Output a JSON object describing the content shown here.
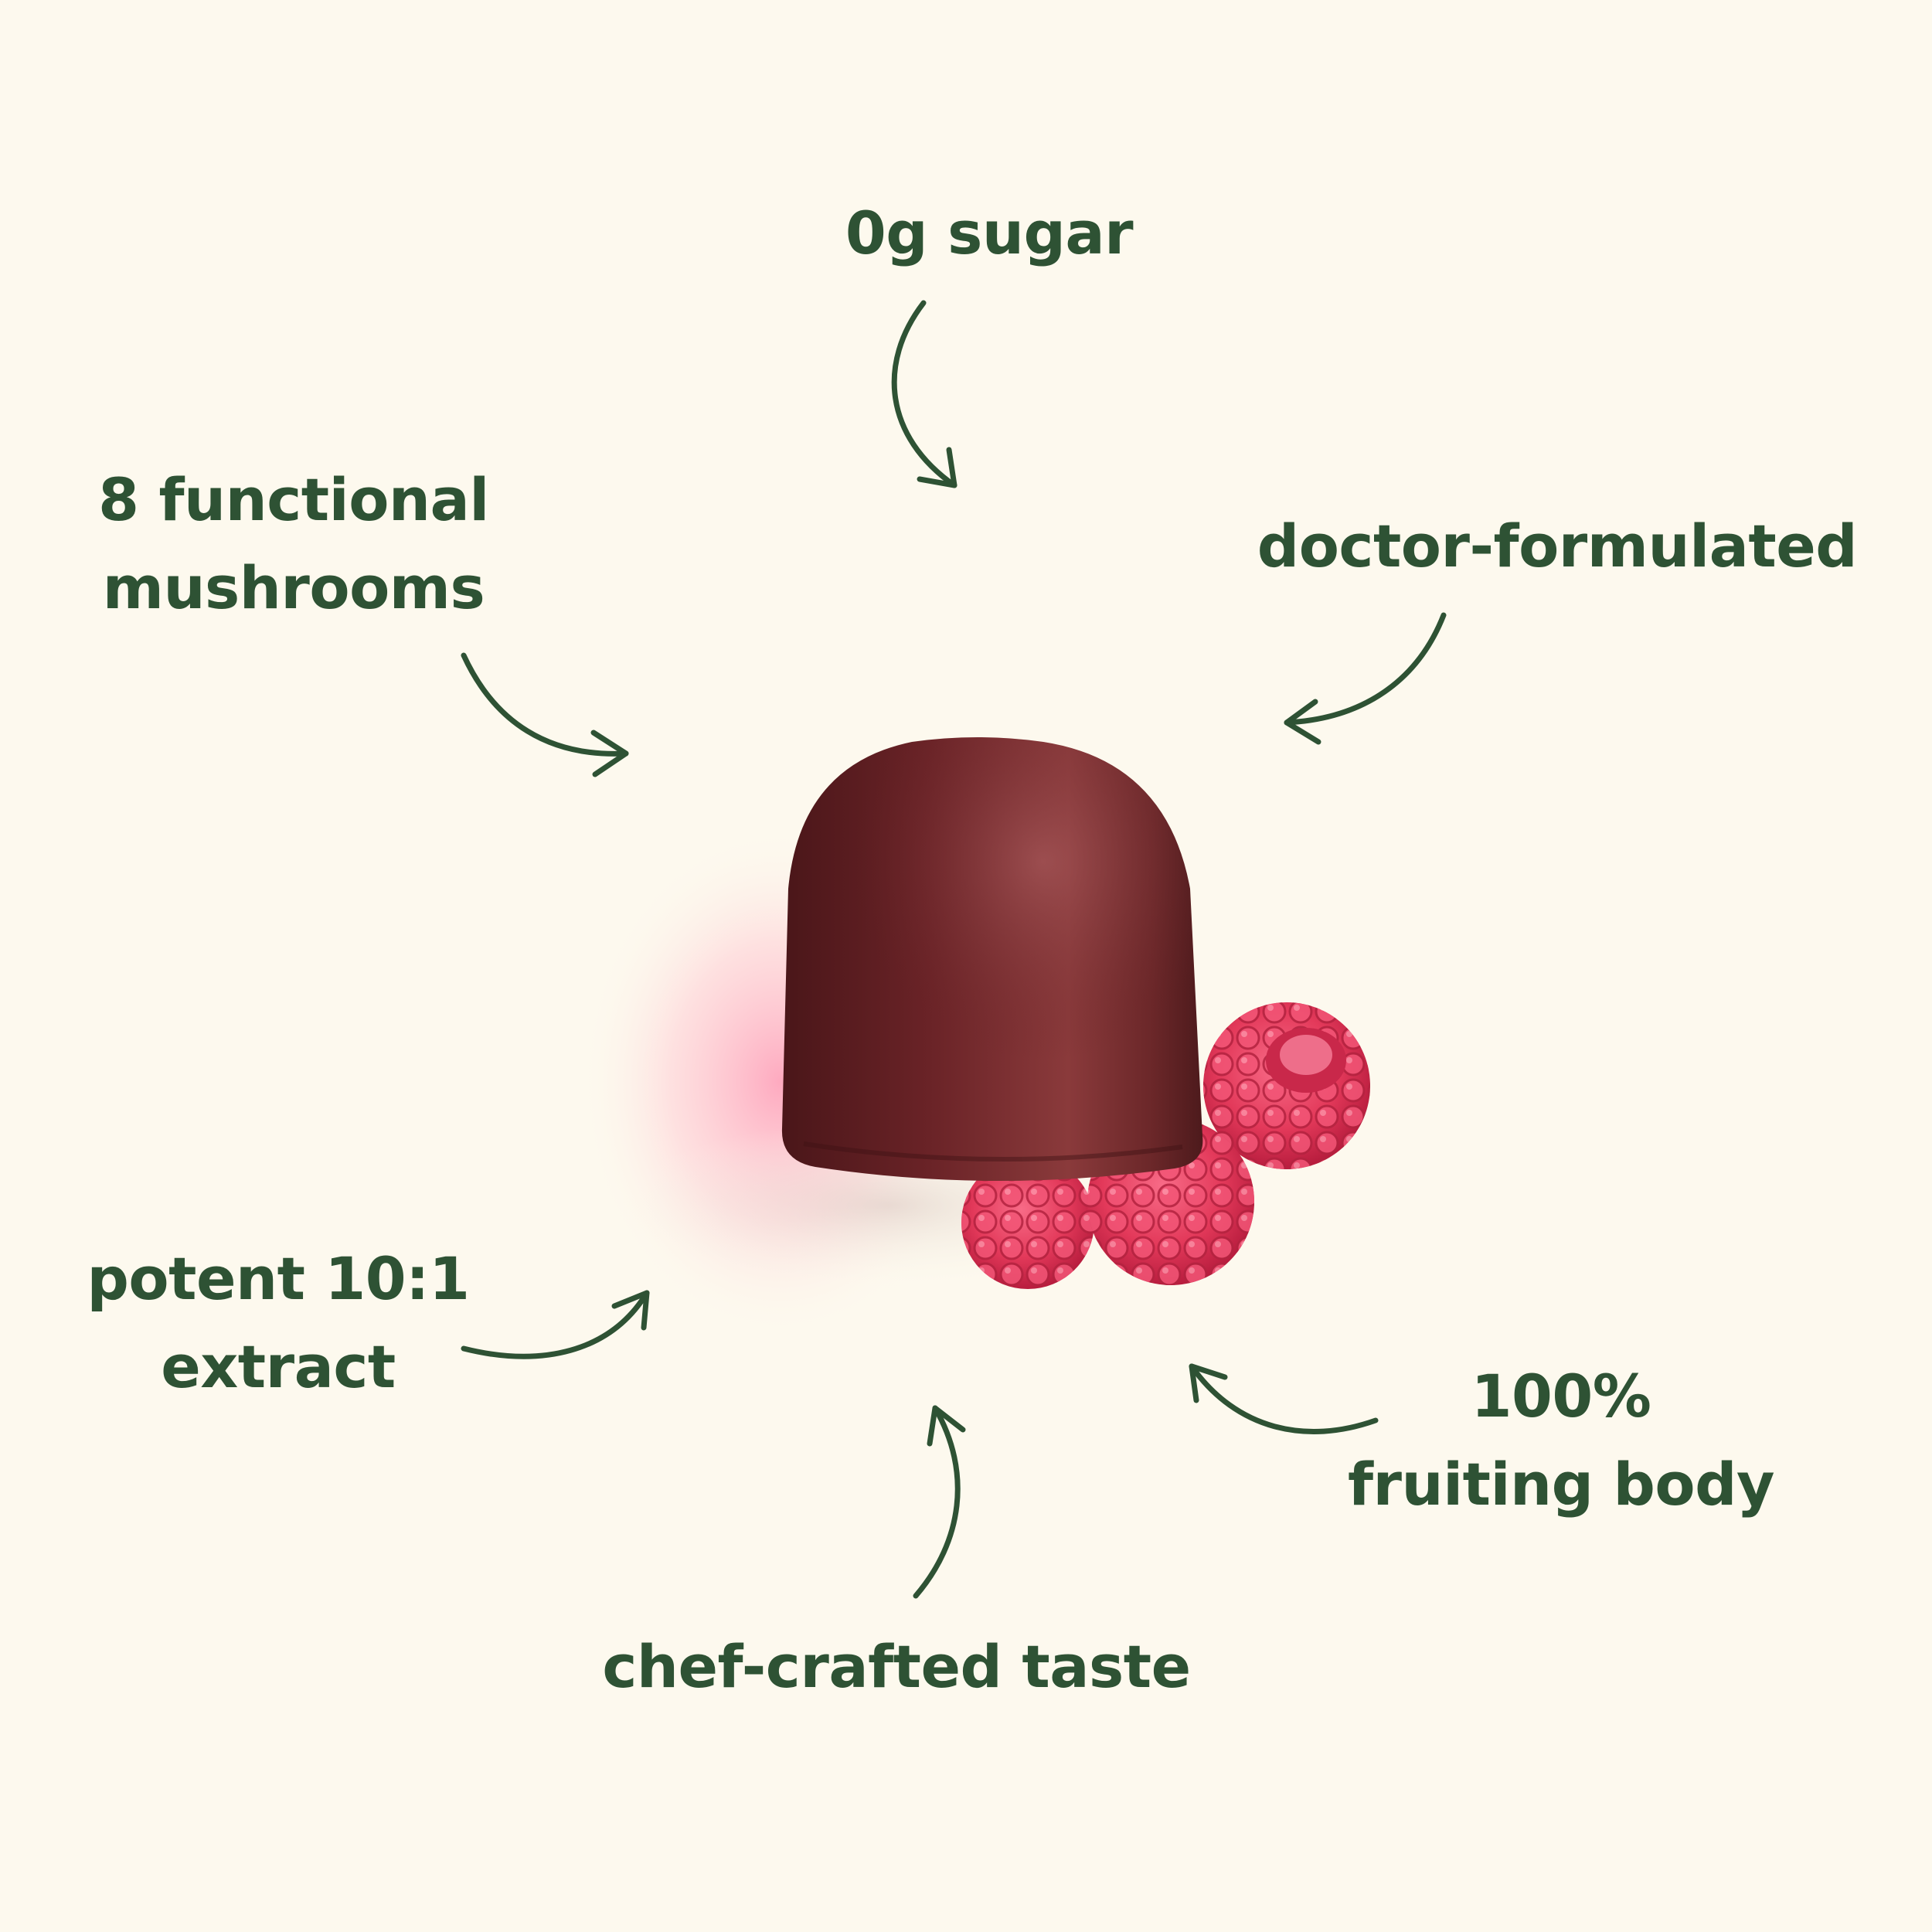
{
  "labels": {
    "sugar": "0g sugar",
    "mushrooms": [
      "8 functional",
      "mushrooms"
    ],
    "doctor": "doctor-formulated",
    "extract": [
      "potent 10:1",
      "extract"
    ],
    "fruiting": [
      "100%",
      "fruiting body"
    ],
    "taste": "chef-crafted taste"
  },
  "colors": {
    "background": "#fdf9ee",
    "text": "#2e5234",
    "arrow": "#2e5234",
    "gummy": "#6e2a2c",
    "raspberry": "#e23a58"
  },
  "icons": [
    "arrow-icon",
    "gummy-icon",
    "raspberry-icon"
  ]
}
